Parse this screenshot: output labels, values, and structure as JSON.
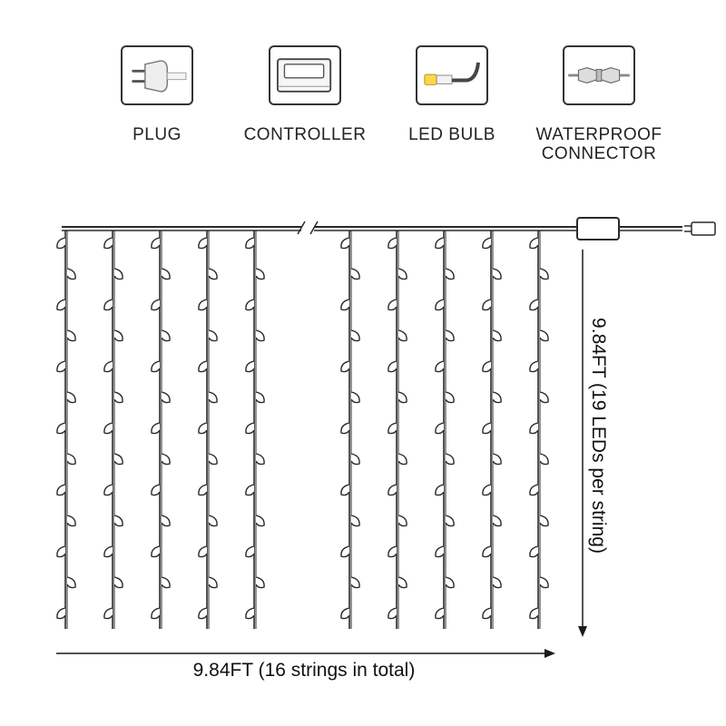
{
  "legend": [
    {
      "icon": "plug-icon",
      "label": "PLUG"
    },
    {
      "icon": "controller-icon",
      "label": "CONTROLLER"
    },
    {
      "icon": "led-bulb-icon",
      "label": "LED BULB"
    },
    {
      "icon": "waterproof-connector-icon",
      "label": "WATERPROOF\nCONNECTOR"
    }
  ],
  "dimensions": {
    "width_label": "9.84FT (16 strings in total)",
    "height_label": "9.84FT (19 LEDs per string)"
  },
  "curtain": {
    "strings_total": 16,
    "strings_drawn": 10,
    "leds_per_string": 19,
    "line_color": "#2a2a2a",
    "bulb_color": "#ffd84a"
  }
}
